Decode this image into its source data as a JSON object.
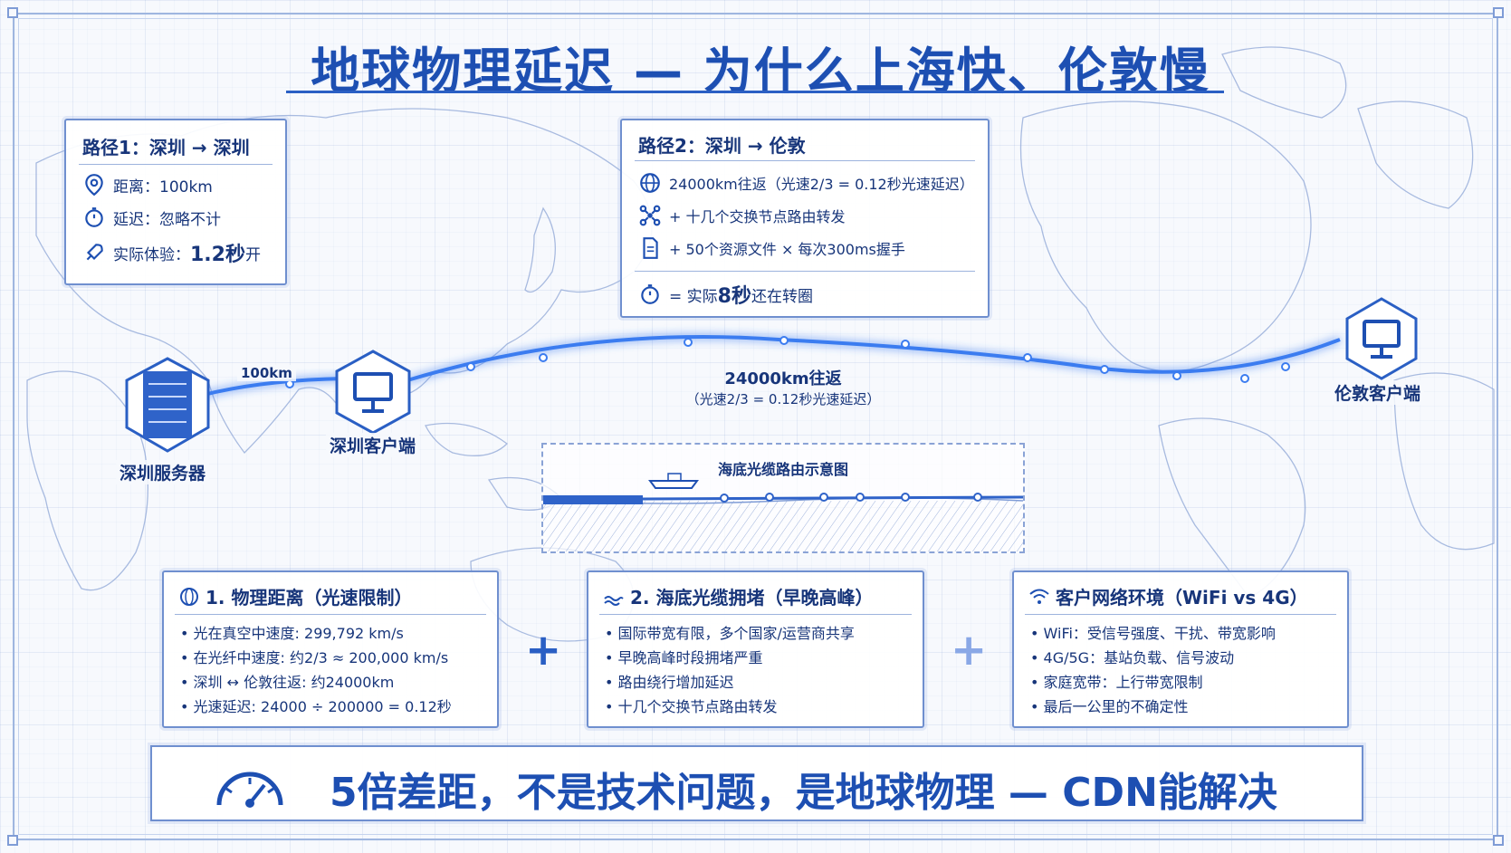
{
  "title": "地球物理延迟 — 为什么上海快、伦敦慢",
  "path1": {
    "title": "路径1：深圳 → 深圳",
    "distance": "距离：100km",
    "latency": "延迟：忽略不计",
    "experience_prefix": "实际体验：",
    "experience_value": "1.2秒",
    "experience_suffix": "开"
  },
  "path2": {
    "title": "路径2：深圳 → 伦敦",
    "line1": "24000km往返（光速2/3 = 0.12秒光速延迟）",
    "line2": "+ 十几个交换节点路由转发",
    "line3": "+ 50个资源文件 × 每次300ms握手",
    "line4_prefix": "= 实际",
    "line4_value": "8秒",
    "line4_suffix": "还在转圈"
  },
  "nodes": {
    "server": "深圳服务器",
    "sz_client": "深圳客户端",
    "ld_client": "伦敦客户端",
    "short_distance": "100km"
  },
  "route": {
    "distance": "24000km往返",
    "note": "（光速2/3 = 0.12秒光速延迟）"
  },
  "cable_inset": {
    "title": "海底光缆路由示意图"
  },
  "factors": [
    {
      "title": "1. 物理距离（光速限制）",
      "items": [
        "光在真空中速度: 299,792 km/s",
        "在光纤中速度: 约2/3 ≈ 200,000 km/s",
        "深圳 ↔ 伦敦往返: 约24000km",
        "光速延迟: 24000 ÷ 200000 = 0.12秒"
      ]
    },
    {
      "title": "2. 海底光缆拥堵（早晚高峰）",
      "items": [
        "国际带宽有限，多个国家/运营商共享",
        "早晚高峰时段拥堵严重",
        "路由绕行增加延迟",
        "十几个交换节点路由转发"
      ]
    },
    {
      "title": "客户网络环境（WiFi vs 4G）",
      "items": [
        "WiFi：受信号强度、干扰、带宽影响",
        "4G/5G：基站负载、信号波动",
        "家庭宽带：上行带宽限制",
        "最后一公里的不确定性"
      ]
    }
  ],
  "plus_sign": "+",
  "banner": "5倍差距，不是技术问题，是地球物理 — CDN能解决",
  "colors": {
    "accent": "#1d4fb2",
    "line": "#3b7cf0",
    "border": "#6f8fcf"
  }
}
